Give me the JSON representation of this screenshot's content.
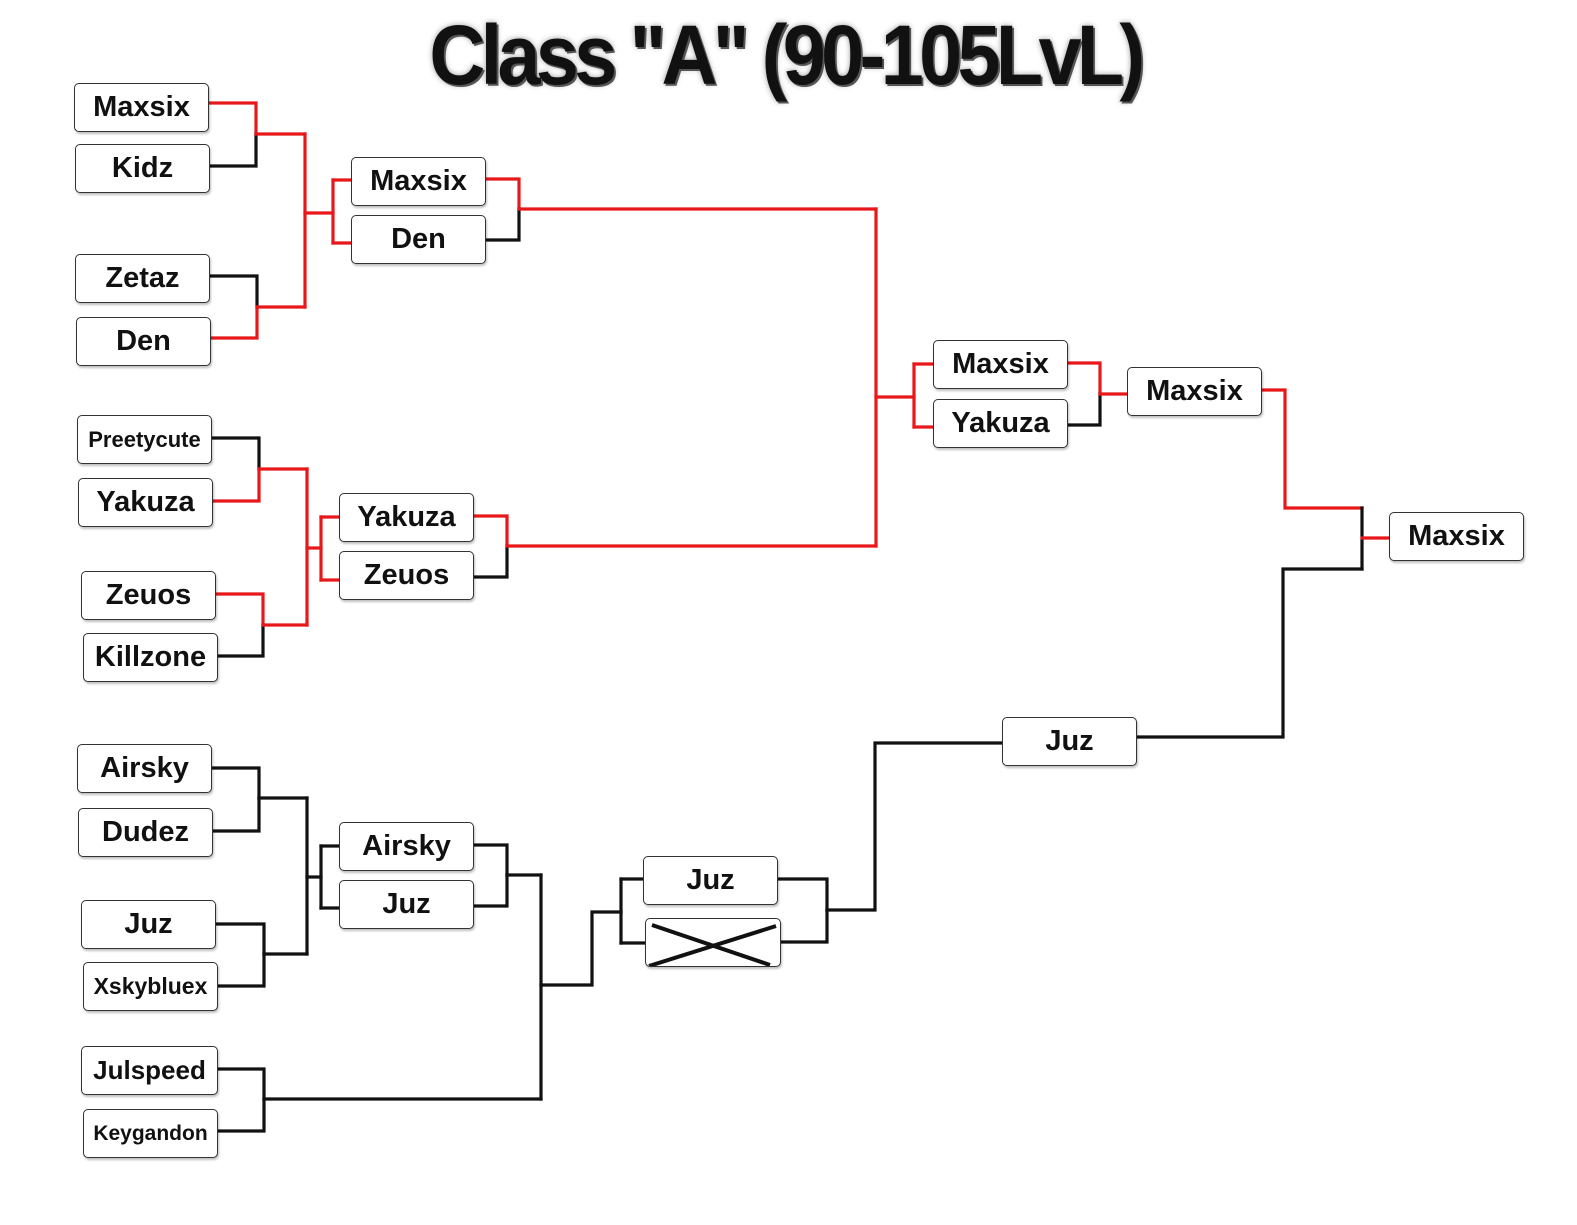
{
  "title": "Class \"A\"  (90-105LvL)",
  "colors": {
    "winner_line": "#e8181a",
    "loser_line": "#111111",
    "box_border": "#333333"
  },
  "bracket": {
    "round1": [
      "Maxsix",
      "Kidz",
      "Zetaz",
      "Den",
      "Preetycute",
      "Yakuza",
      "Zeuos",
      "Killzone",
      "Airsky",
      "Dudez",
      "Juz",
      "Xskybluex",
      "Julspeed",
      "Keygandon"
    ],
    "round2": [
      "Maxsix",
      "Den",
      "Yakuza",
      "Zeuos",
      "Airsky",
      "Juz"
    ],
    "round3": [
      "Juz",
      ""
    ],
    "round3_empty_marker": "cross-icon",
    "upper_semifinal": [
      "Maxsix",
      "Yakuza"
    ],
    "upper_final_winner": "Maxsix",
    "lower_final_winner": "Juz",
    "champion": "Maxsix"
  }
}
